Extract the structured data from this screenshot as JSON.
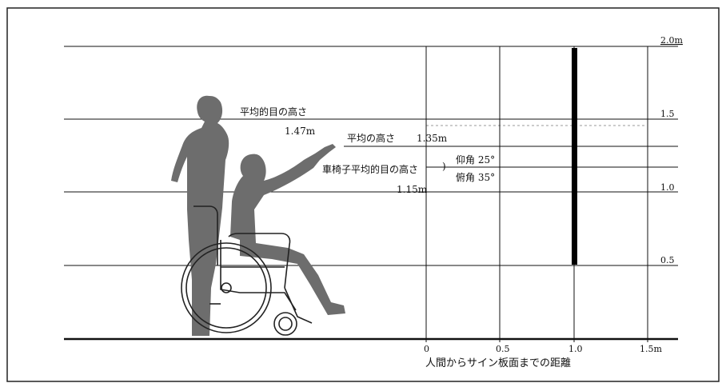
{
  "height_labels": {
    "top": "2.0m",
    "l15": "1.5",
    "l10": "1.0",
    "l05": "0.5"
  },
  "distance_labels": {
    "d0": "0",
    "d05": "0.5",
    "d10": "1.0",
    "d15": "1.5m"
  },
  "axis_caption": "人間からサイン板面までの距離",
  "annotations": {
    "standing_eye_label": "平均的目の高さ",
    "standing_eye_value": "1.47m",
    "average_height_label": "平均の高さ",
    "average_height_value": "1.35m",
    "wheelchair_eye_label": "車椅子平均的目の高さ",
    "wheelchair_eye_value": "1.15m",
    "elevation_angle": "仰角 25°",
    "depression_angle": "俯角 35°"
  },
  "colors": {
    "line": "#111111",
    "dashed": "#9a9a9a",
    "silhouette": "#6d6d6d",
    "sign_board": "#000000"
  }
}
